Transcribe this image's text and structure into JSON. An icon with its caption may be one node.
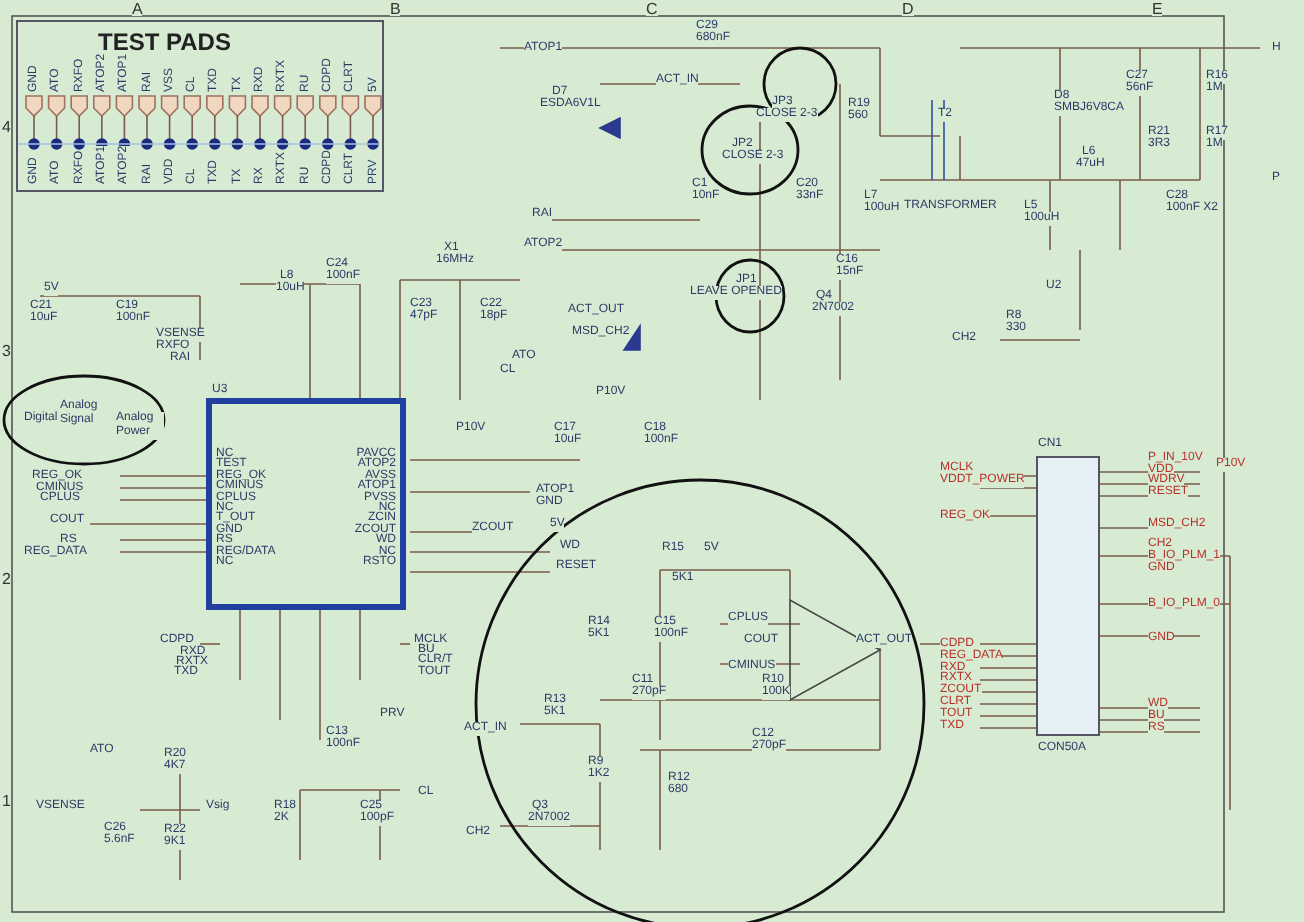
{
  "diagram": {
    "nodes": [
      {
        "text": [
          "TEST PADS"
        ]
      },
      {
        "text": [
          "U3"
        ]
      },
      {
        "text": [
          "CN1",
          "CON50A"
        ]
      }
    ],
    "labels": [
      "A",
      "B",
      "C",
      "D",
      "E",
      "4",
      "3",
      "2",
      "1",
      "GND",
      "ATO",
      "RXFO",
      "ATOP2",
      "ATOP1",
      "RAI",
      "VSS",
      "CL",
      "TXD",
      "TX",
      "RXD",
      "RXTX",
      "RU",
      "CDPD",
      "CLRT",
      "5V",
      "GND",
      "ATO",
      "RXFO",
      "ATOP1",
      "ATOP2",
      "RAI",
      "VDD",
      "CL",
      "TXD",
      "TX",
      "RX",
      "RXTX",
      "RU",
      "CDPD",
      "CLRT",
      "PRV",
      "5V",
      "C21",
      "10uF",
      "C19",
      "100nF",
      "L8",
      "10uH",
      "C24",
      "100nF",
      "X1",
      "16MHz",
      "C23",
      "47pF",
      "C22",
      "18pF",
      "Digital",
      "Analog Signal",
      "Analog Power",
      "VSENSE",
      "RXFO",
      "RAI",
      "ATO",
      "CL",
      "NC",
      "TEST",
      "REG_OK",
      "CMINUS",
      "CPLUS",
      "NC",
      "T_OUT",
      "GND",
      "RS",
      "REG/DATA",
      "NC",
      "PAVCC",
      "ATOP2",
      "AVSS",
      "ATOP1",
      "PVSS",
      "NC",
      "ZCIN",
      "ZCOUT",
      "WD",
      "NC",
      "RSTO",
      "REG_OK",
      "CMINUS",
      "CPLUS",
      "COUT",
      "RS",
      "REG_DATA",
      "P10V",
      "ATOP1",
      "GND",
      "ZCOUT",
      "5V",
      "WD",
      "RESET",
      "CDPD",
      "RXD",
      "RXTX",
      "TXD",
      "MCLK",
      "BU",
      "CLR/T",
      "TOUT",
      "PRV",
      "C13",
      "100nF",
      "ATO",
      "R20",
      "4K7",
      "VSENSE",
      "Vsig",
      "C26",
      "5.6nF",
      "R22",
      "9K1",
      "R18",
      "2K",
      "C25",
      "100pF",
      "CL",
      "P10V",
      "C17",
      "10uF",
      "C18",
      "100nF",
      "R15",
      "5K1",
      "5V",
      "R14",
      "5K1",
      "C15",
      "100nF",
      "CPLUS",
      "COUT",
      "CMINUS",
      "C11",
      "270pF",
      "R10",
      "100K",
      "R13",
      "5K1",
      "ACT_IN",
      "C12",
      "270pF",
      "R9",
      "1K2",
      "R12",
      "680",
      "Q3",
      "2N7002",
      "CH2",
      "ACT_OUT",
      "ATOP1",
      "C29",
      "680nF",
      "ACT_IN",
      "D7",
      "ESDA6V1L",
      "JP3",
      "CLOSE 2-3",
      "R19",
      "560",
      "JP2",
      "CLOSE 2-3",
      "C1",
      "10nF",
      "C20",
      "33nF",
      "L7",
      "100uH",
      "RAI",
      "ATOP2",
      "JP1",
      "LEAVE OPENED",
      "C16",
      "15nF",
      "ACT_OUT",
      "Q4",
      "2N7002",
      "MSD_CH2",
      "T2",
      "TRANSFORMER",
      "D8",
      "SMBJ6V8CA",
      "C27",
      "56nF",
      "R16",
      "1M",
      "R21",
      "3R3",
      "R17",
      "1M",
      "L6",
      "47uH",
      "L5",
      "100uH",
      "C28",
      "100nF X2",
      "H",
      "P",
      "U2",
      "R8",
      "330",
      "CH2",
      "MCLK",
      "VDDT_POWER",
      "REG_OK",
      "CDPD",
      "REG_DATA",
      "RXD",
      "RXTX",
      "ZCOUT",
      "CLRT",
      "TOUT",
      "TXD",
      "P_IN_10V",
      "P10V",
      "VDD",
      "WDRV",
      "RESET",
      "MSD_CH2",
      "CH2",
      "B_IO_PLM_1",
      "GND",
      "B_IO_PLM_0",
      "GND",
      "WD",
      "BU",
      "RS"
    ]
  }
}
